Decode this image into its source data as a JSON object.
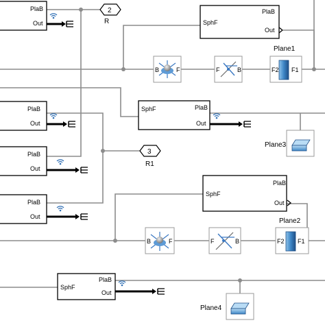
{
  "colors": {
    "wire": "#8c8c8c",
    "block_border": "#000000",
    "accent_blue": "#2f6fb5",
    "background": "#ffffff"
  },
  "blocks": {
    "b1": {
      "port_top": "PlaB",
      "port_bottom": "Out"
    },
    "b2": {
      "port_left": "SphF",
      "port_top": "PlaB",
      "port_bottom": "Out"
    },
    "b3": {
      "port_left": "SphF",
      "port_top": "PlaB",
      "port_bottom": "Out"
    },
    "b4": {
      "port_top": "PlaB",
      "port_bottom": "Out"
    },
    "b5": {
      "port_top": "PlaB",
      "port_bottom": "Out"
    },
    "b6": {
      "port_top": "PlaB",
      "port_bottom": "Out"
    },
    "b7": {
      "port_left": "SphF",
      "port_top": "PlaB",
      "port_bottom": "Out"
    },
    "b8": {
      "port_left": "SphF",
      "port_top": "PlaB",
      "port_bottom": "Out"
    }
  },
  "gotos": {
    "r": {
      "number": "2",
      "label": "R"
    },
    "r1": {
      "number": "3",
      "label": "R1"
    }
  },
  "joints": {
    "j1": {
      "left": "B",
      "right": "F"
    },
    "j2": {
      "left": "F",
      "right": "B"
    },
    "j3": {
      "left": "B",
      "right": "F"
    },
    "j4": {
      "left": "F",
      "right": "B"
    }
  },
  "planes": {
    "plane1": {
      "name": "Plane1",
      "left": "F2",
      "right": "F1"
    },
    "plane2": {
      "name": "Plane2",
      "left": "F2",
      "right": "F1"
    },
    "plane3": {
      "name": "Plane3"
    },
    "plane4": {
      "name": "Plane4"
    }
  }
}
